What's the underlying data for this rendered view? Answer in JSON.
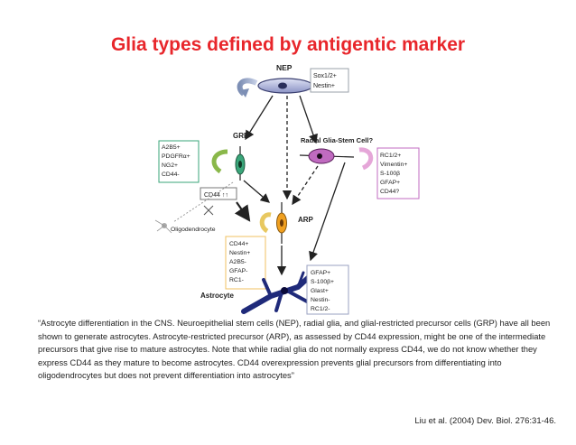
{
  "title": "Glia types defined by antigentic marker",
  "nodes": {
    "nep": "NEP",
    "grp": "GRP",
    "radial": "Radial Glia-Stem Cell?",
    "arp": "ARP",
    "oligo": "Oligodendrocyte",
    "astro": "Astrocyte",
    "cd44": "CD44 ↑↑"
  },
  "markers": {
    "nep": [
      "Sox1/2+",
      "Nestin+"
    ],
    "grp": [
      "A2B5+",
      "PDGFRα+",
      "NG2+",
      "CD44-"
    ],
    "radial": [
      "RC1/2+",
      "Vimentin+",
      "S-100β",
      "GFAP+",
      "CD44?"
    ],
    "arp": [
      "CD44+",
      "Nestin+",
      "A2B5-",
      "GFAP-",
      "RC1-"
    ],
    "astro": [
      "GFAP+",
      "S-100β+",
      "Glast+",
      "Nestin-",
      "RC1/2-"
    ]
  },
  "caption": "“Astrocyte differentiation in the CNS. Neuroepithelial stem cells (NEP), radial glia, and glial-restricted precursor cells (GRP) have all been shown to generate astrocytes. Astrocyte-restricted precursor (ARP), as assessed by CD44 expression, might be one of the intermediate precursors that give rise to mature astrocytes. Note that while radial glia do not normally express CD44, we do not know whether they express CD44 as they mature to become astrocytes. CD44 overexpression prevents glial precursors from differentiating into oligodendrocytes but does not prevent differentiation into astrocytes”",
  "citation": "Liu et al. (2004) Dev. Biol. 276:31-46.",
  "colors": {
    "title": "#e8262b",
    "nep_box": "#9aa0a8",
    "grp_box": "#3aa67a",
    "radial_box": "#c06bc0",
    "arp_box": "#f0c060",
    "astro_box": "#9aa0c0"
  }
}
